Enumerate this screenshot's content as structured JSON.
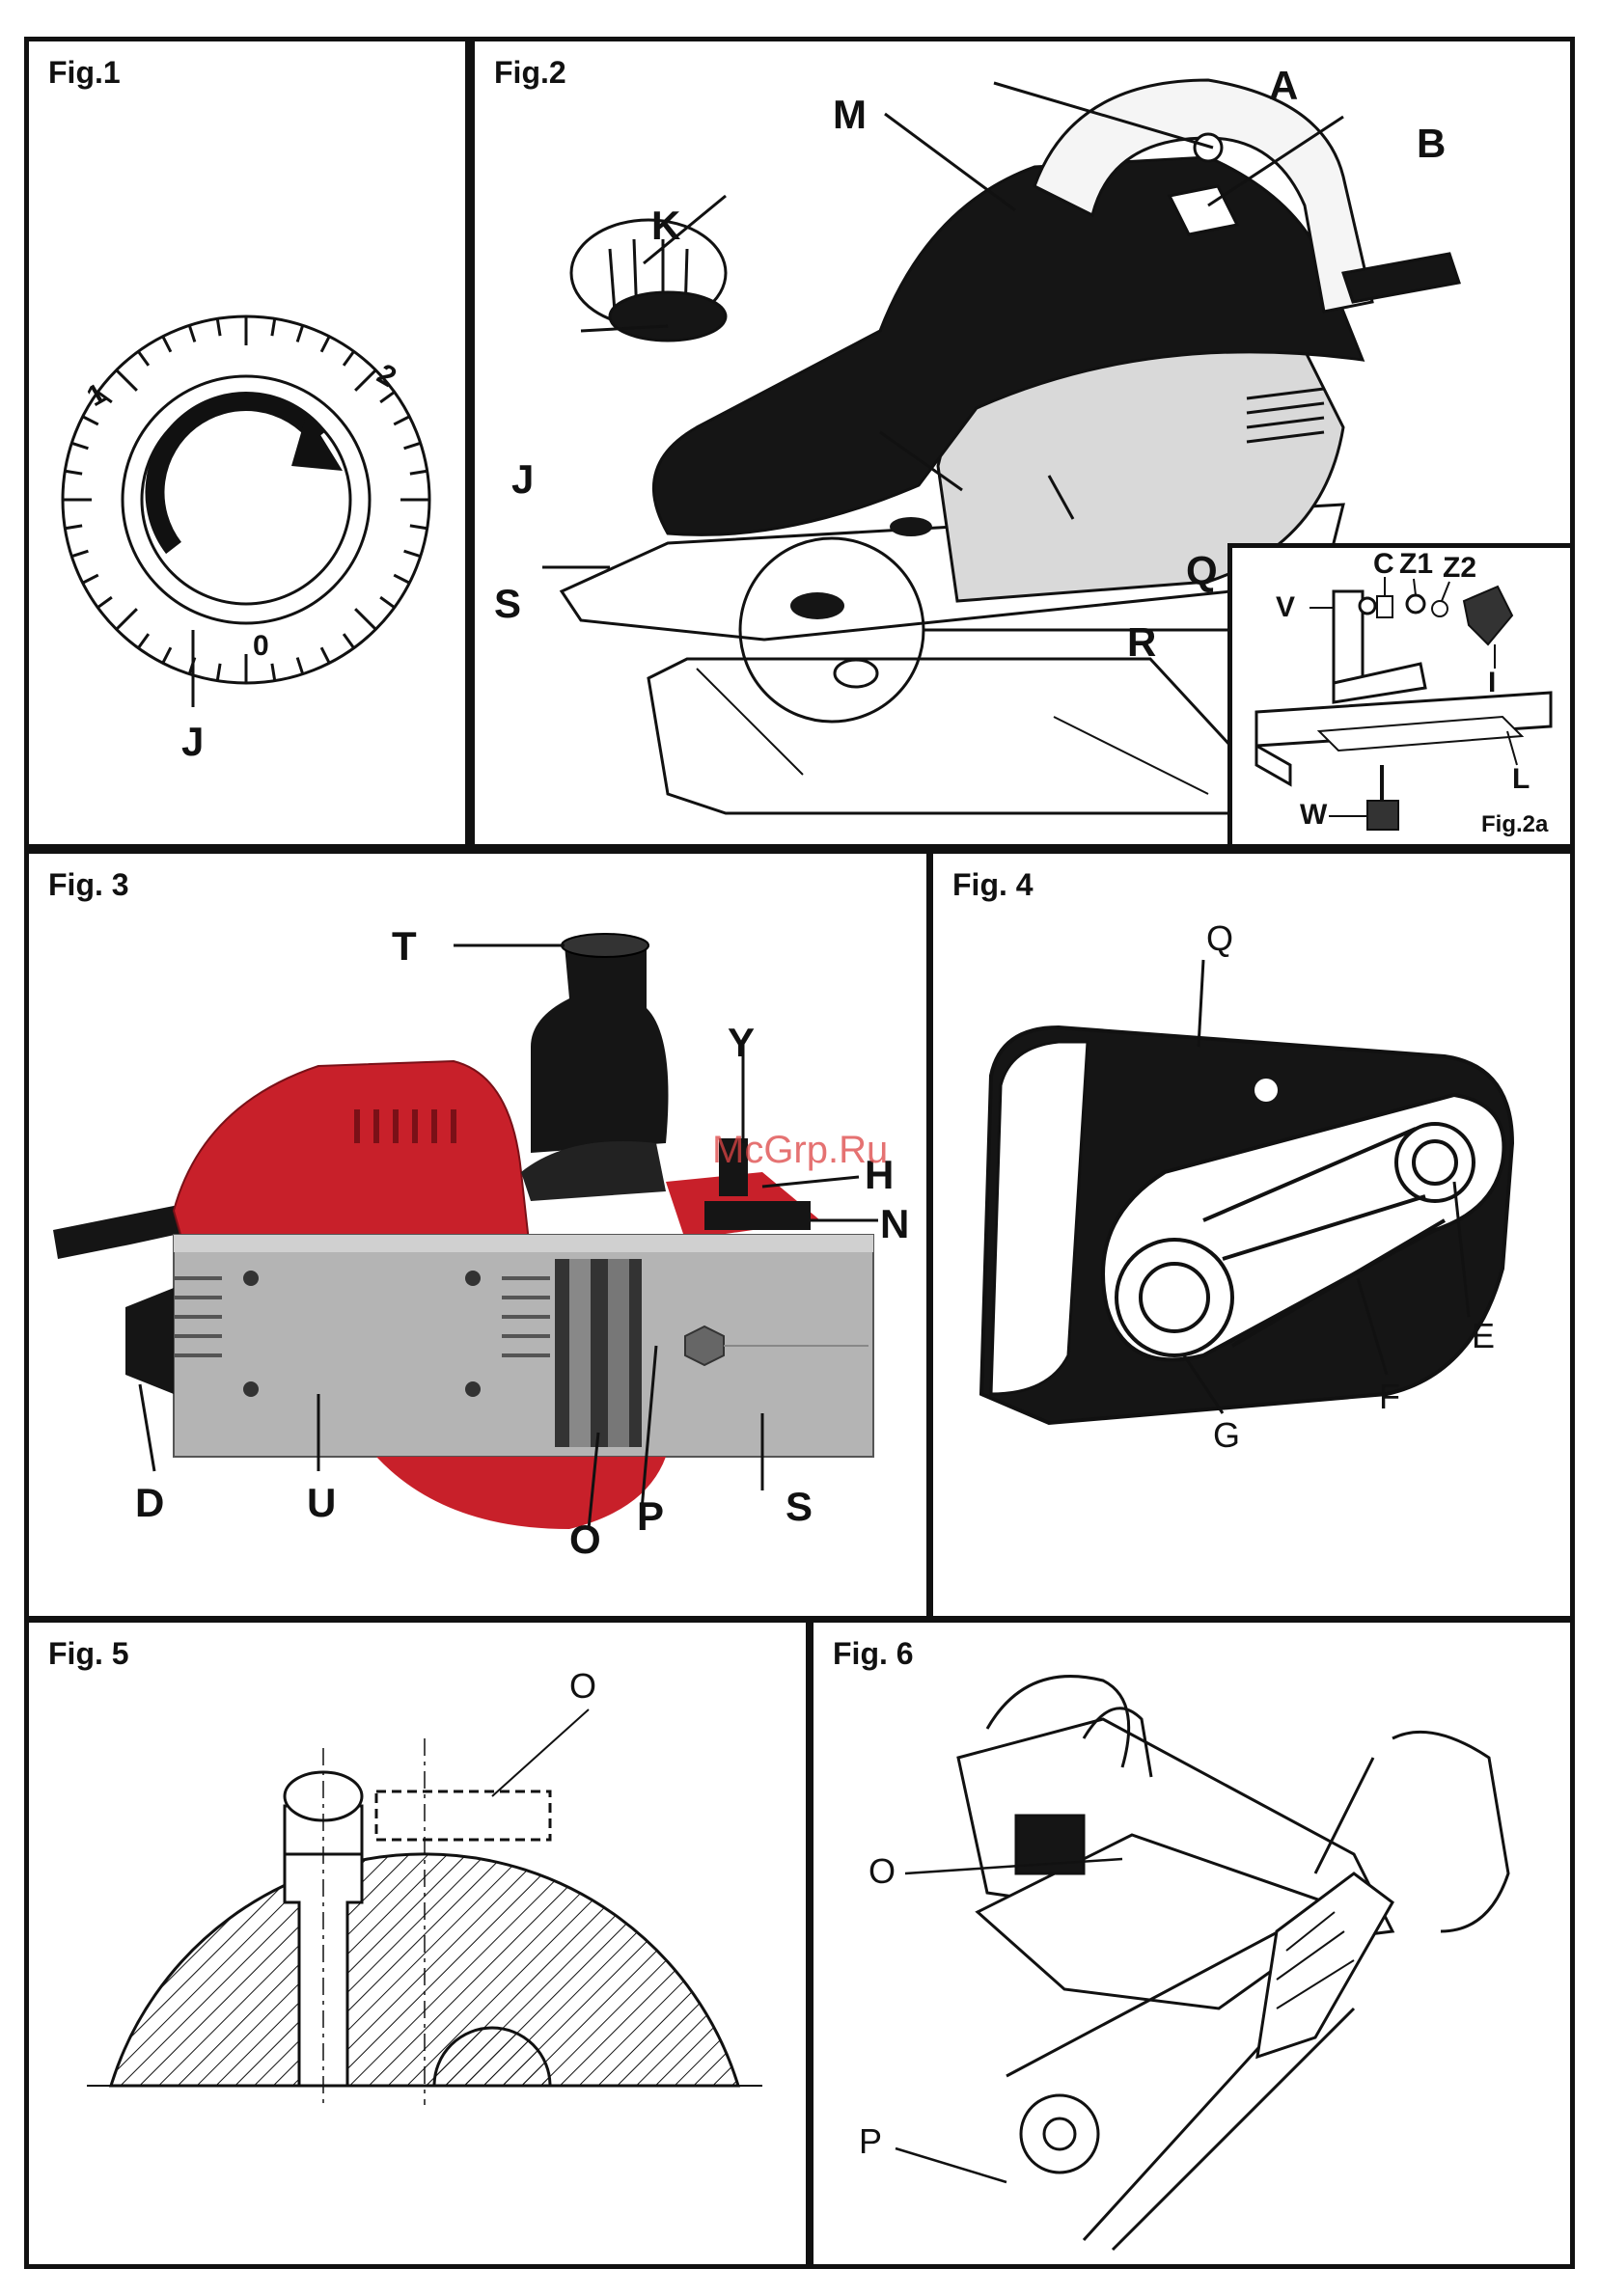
{
  "figures": {
    "fig1": {
      "title": "Fig.1",
      "labels": {
        "J": "J"
      },
      "dial_marks": {
        "m0": "0",
        "m1": "1",
        "m2": "2"
      }
    },
    "fig2": {
      "title": "Fig.2",
      "labels": {
        "A": "A",
        "B": "B",
        "M": "M",
        "K": "K",
        "J": "J",
        "S": "S",
        "R": "R",
        "Q": "Q"
      }
    },
    "fig2a": {
      "title": "Fig.2a",
      "labels": {
        "V": "V",
        "C": "C",
        "Z1": "Z1",
        "Z2": "Z2",
        "I": "I",
        "L": "L",
        "W": "W"
      }
    },
    "fig3": {
      "title": "Fig. 3",
      "labels": {
        "T": "T",
        "Y": "Y",
        "H": "H",
        "N": "N",
        "D": "D",
        "U": "U",
        "O": "O",
        "P": "P",
        "S": "S"
      }
    },
    "fig4": {
      "title": "Fig. 4",
      "labels": {
        "Q": "Q",
        "E": "E",
        "F": "F",
        "G": "G"
      }
    },
    "fig5": {
      "title": "Fig. 5",
      "labels": {
        "O": "O"
      }
    },
    "fig6": {
      "title": "Fig. 6",
      "labels": {
        "O": "O",
        "P": "P"
      }
    }
  },
  "watermark": "McGrp.Ru",
  "colors": {
    "red": "#c8202a",
    "black": "#111111",
    "grey": "#a8a8a8"
  }
}
